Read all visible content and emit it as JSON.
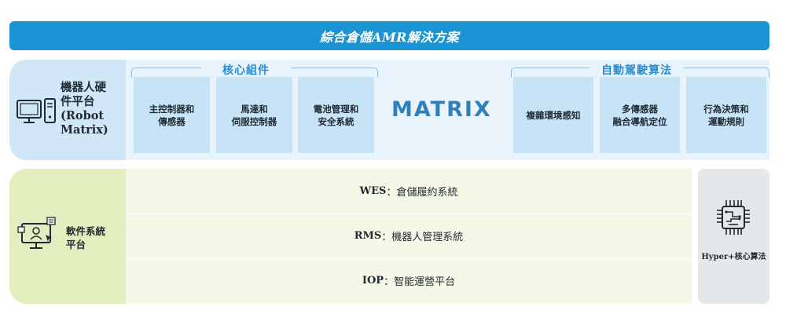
{
  "banner": {
    "title": "綜合倉儲AMR解決方案"
  },
  "hardware": {
    "label_lines": [
      "機器人硬",
      "件平台",
      "(Robot",
      "Matrix)"
    ],
    "icon": "computer-icon",
    "core_group": {
      "title": "核心組件",
      "items": [
        {
          "lines": [
            "主控制器和",
            "傳感器"
          ]
        },
        {
          "lines": [
            "馬達和",
            "伺服控制器"
          ]
        },
        {
          "lines": [
            "電池管理和",
            "安全系統"
          ]
        }
      ]
    },
    "logo": "MATRIX",
    "auto_group": {
      "title": "自動駕駛算法",
      "items": [
        {
          "lines": [
            "複雜環境感知"
          ]
        },
        {
          "lines": [
            "多傳感器",
            "融合導航定位"
          ]
        },
        {
          "lines": [
            "行為決策和",
            "運動規則"
          ]
        }
      ]
    }
  },
  "software": {
    "label_lines": [
      "軟件系統",
      "平台"
    ],
    "icon": "monitor-user-icon",
    "rows": [
      {
        "abbr": "WES",
        "sep": "：",
        "desc": "倉儲履約系統"
      },
      {
        "abbr": "RMS",
        "sep": "：",
        "desc": "機器人管理系統"
      },
      {
        "abbr": "IOP",
        "sep": "：",
        "desc": "智能運營平台"
      }
    ]
  },
  "hyper": {
    "label": "Hyper+核心算法",
    "icon": "chip-icon"
  },
  "colors": {
    "banner": "#1a94d2",
    "hardware_panel": "#cfe7f7",
    "component_box": "#c7e4f7",
    "software_panel": "#e3eebe",
    "software_strip": "#f5f8e6",
    "hyper_panel": "#e4e8ea",
    "accent_text": "#2a8bd0"
  }
}
